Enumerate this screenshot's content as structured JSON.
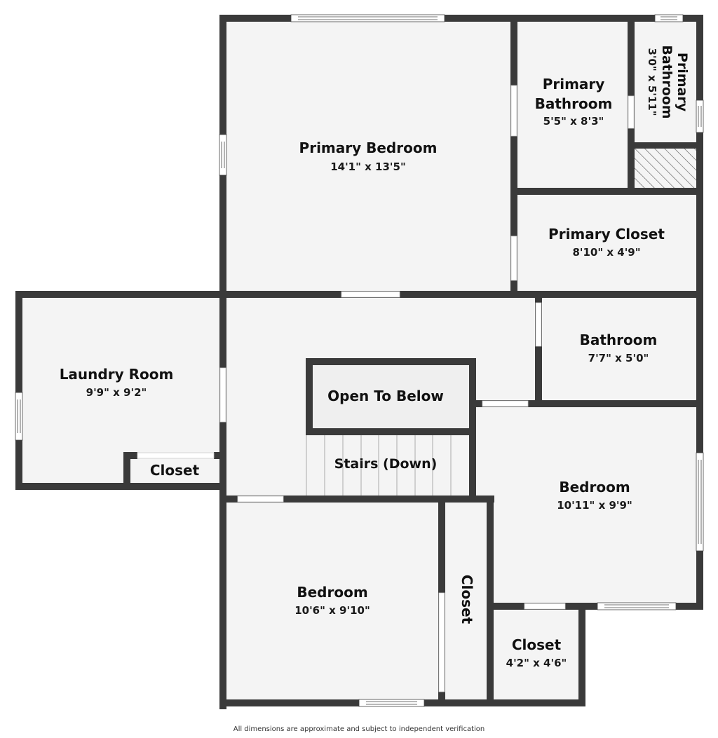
{
  "colors": {
    "wall": "#3a3a3a",
    "floor": "#f4f4f4",
    "open_to_below": "#efefef",
    "opening": "#ffffff",
    "text": "#111111"
  },
  "rooms": {
    "primary_bedroom": {
      "name": "Primary Bedroom",
      "dims": "14'1\" x 13'5\""
    },
    "primary_bathroom_main": {
      "name_line1": "Primary",
      "name_line2": "Bathroom",
      "dims": "5'5\" x 8'3\""
    },
    "primary_bathroom_small": {
      "name_line1": "Primary",
      "name_line2": "Bathroom",
      "dims": "3'0\" x 5'11\""
    },
    "primary_closet": {
      "name": "Primary Closet",
      "dims": "8'10\" x 4'9\""
    },
    "bathroom": {
      "name": "Bathroom",
      "dims": "7'7\" x 5'0\""
    },
    "laundry_room": {
      "name": "Laundry Room",
      "dims": "9'9\" x 9'2\""
    },
    "laundry_closet": {
      "name": "Closet"
    },
    "open_to_below": {
      "name": "Open To Below"
    },
    "stairs": {
      "name": "Stairs (Down)"
    },
    "bedroom_east": {
      "name": "Bedroom",
      "dims": "10'11\" x 9'9\""
    },
    "bedroom_south": {
      "name": "Bedroom",
      "dims": "10'6\" x 9'10\""
    },
    "closet_vertical": {
      "name": "Closet"
    },
    "closet_small": {
      "name": "Closet",
      "dims": "4'2\" x 4'6\""
    }
  },
  "footer": {
    "disclaimer": "All dimensions are approximate and subject to independent verification"
  }
}
